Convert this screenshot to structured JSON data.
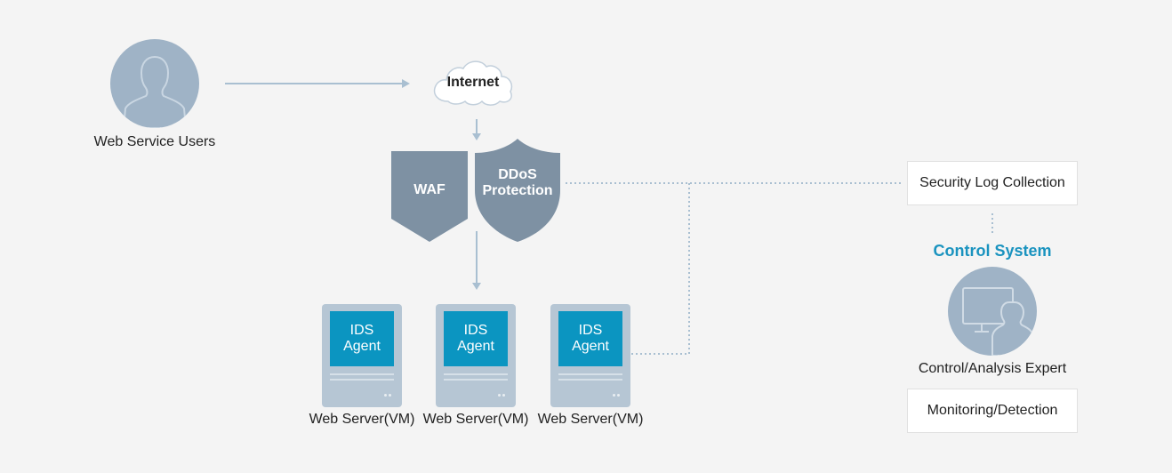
{
  "users": {
    "label": "Web Service Users",
    "icon": "user-icon"
  },
  "internet": {
    "label": "Internet",
    "icon": "cloud-icon"
  },
  "waf": {
    "label": "WAF"
  },
  "ddos": {
    "line1": "DDoS",
    "line2": "Protection"
  },
  "servers": [
    {
      "agent_line1": "IDS",
      "agent_line2": "Agent",
      "label": "Web Server(VM)"
    },
    {
      "agent_line1": "IDS",
      "agent_line2": "Agent",
      "label": "Web Server(VM)"
    },
    {
      "agent_line1": "IDS",
      "agent_line2": "Agent",
      "label": "Web Server(VM)"
    }
  ],
  "security_log": {
    "label": "Security Log Collection"
  },
  "control": {
    "title": "Control System",
    "expert_label": "Control/Analysis Expert",
    "expert_icon": "monitor-user-icon"
  },
  "monitoring": {
    "label": "Monitoring/Detection"
  },
  "colors": {
    "accent": "#1a93bf",
    "shield": "#7e91a3",
    "icon_bg": "#9fb3c6",
    "connector": "#a9bfd1"
  }
}
